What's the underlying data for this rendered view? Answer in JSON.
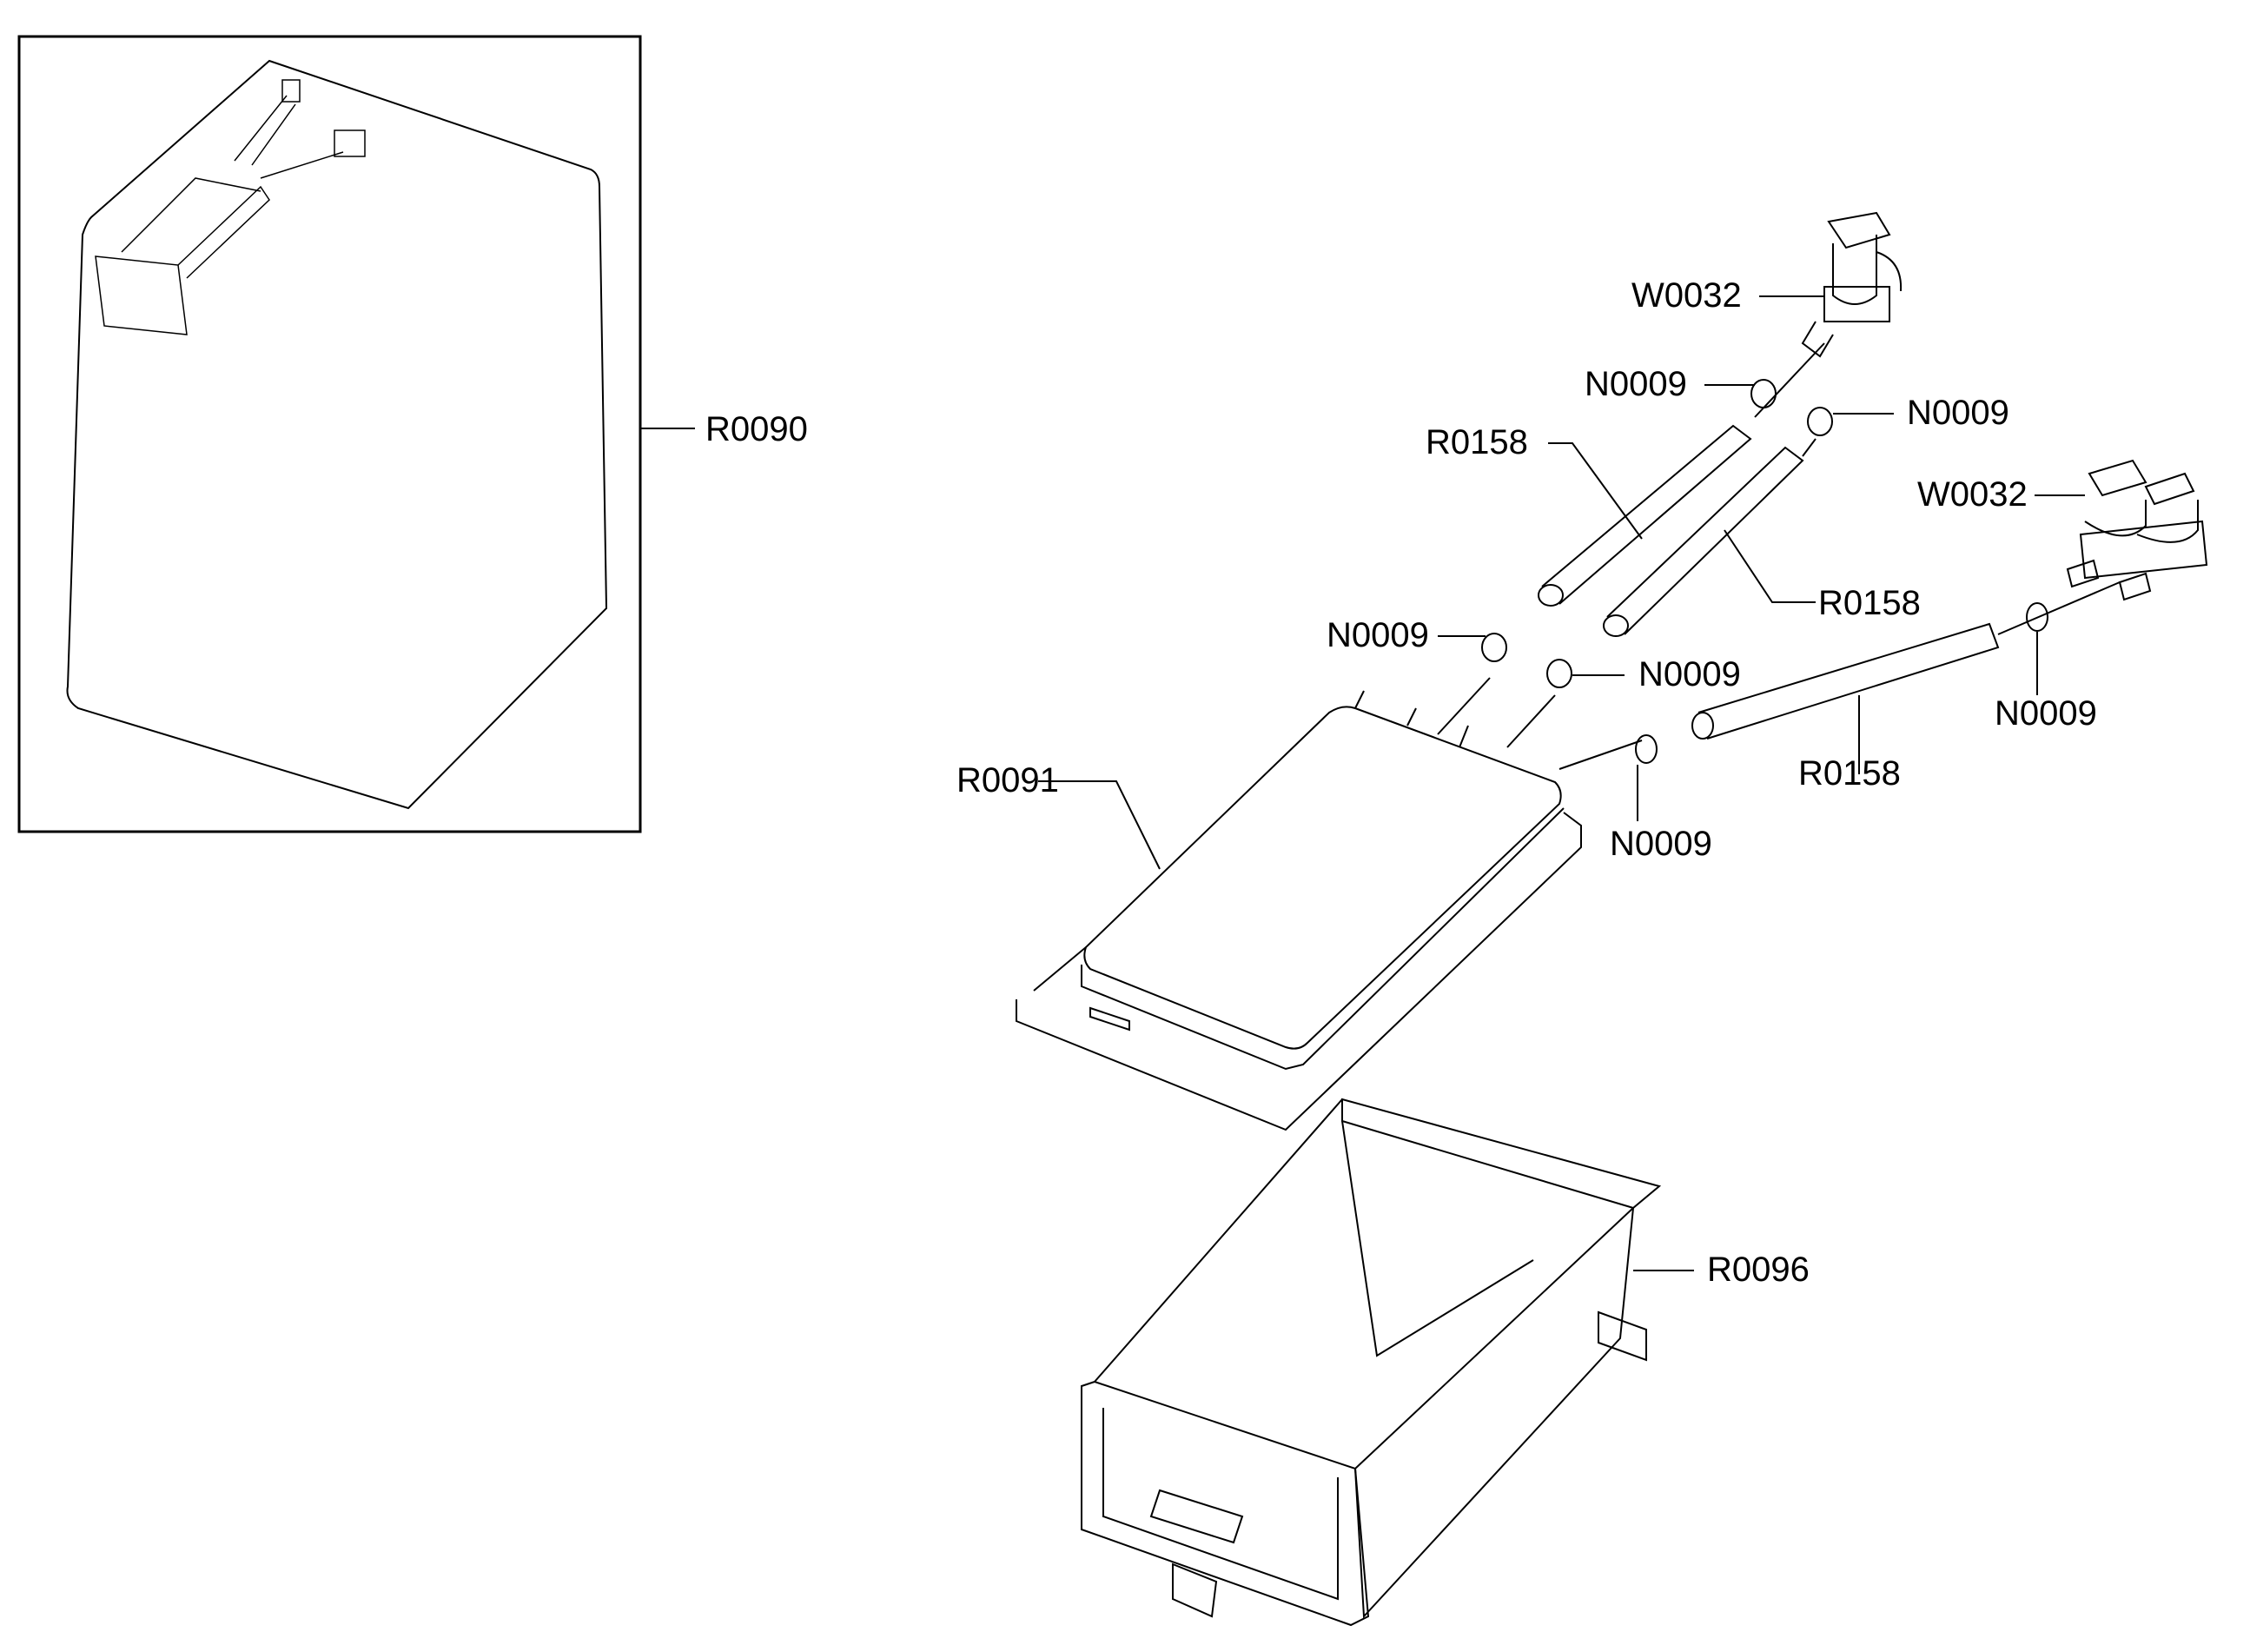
{
  "diagram": {
    "type": "exploded-parts-diagram",
    "inset": {
      "label": "R0090",
      "description": "assembly overview"
    },
    "labels": [
      {
        "id": "R0090",
        "part": "assembly"
      },
      {
        "id": "W0032",
        "part": "water-valve-single"
      },
      {
        "id": "N0009",
        "part": "hose-clamp"
      },
      {
        "id": "N0009",
        "part": "hose-clamp"
      },
      {
        "id": "R0158",
        "part": "hose"
      },
      {
        "id": "W0032",
        "part": "water-valve-double"
      },
      {
        "id": "R0158",
        "part": "hose"
      },
      {
        "id": "N0009",
        "part": "hose-clamp"
      },
      {
        "id": "N0009",
        "part": "hose-clamp"
      },
      {
        "id": "R0091",
        "part": "dispenser-housing-cover"
      },
      {
        "id": "R0158",
        "part": "hose"
      },
      {
        "id": "N0009",
        "part": "hose-clamp"
      },
      {
        "id": "N0009",
        "part": "hose-clamp"
      },
      {
        "id": "R0096",
        "part": "dispenser-drawer-housing"
      }
    ]
  }
}
